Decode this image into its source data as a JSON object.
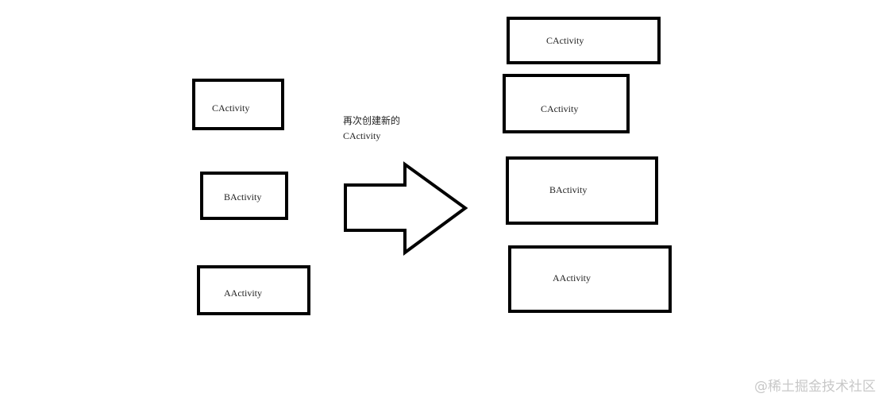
{
  "before_stack": [
    "CActivity",
    "BActivity",
    "AActivity"
  ],
  "note": {
    "line1": "再次创建新的",
    "line2": "CActivity"
  },
  "after_stack": [
    "CActivity",
    "CActivity",
    "BActivity",
    "AActivity"
  ],
  "watermark": "@稀土掘金技术社区"
}
